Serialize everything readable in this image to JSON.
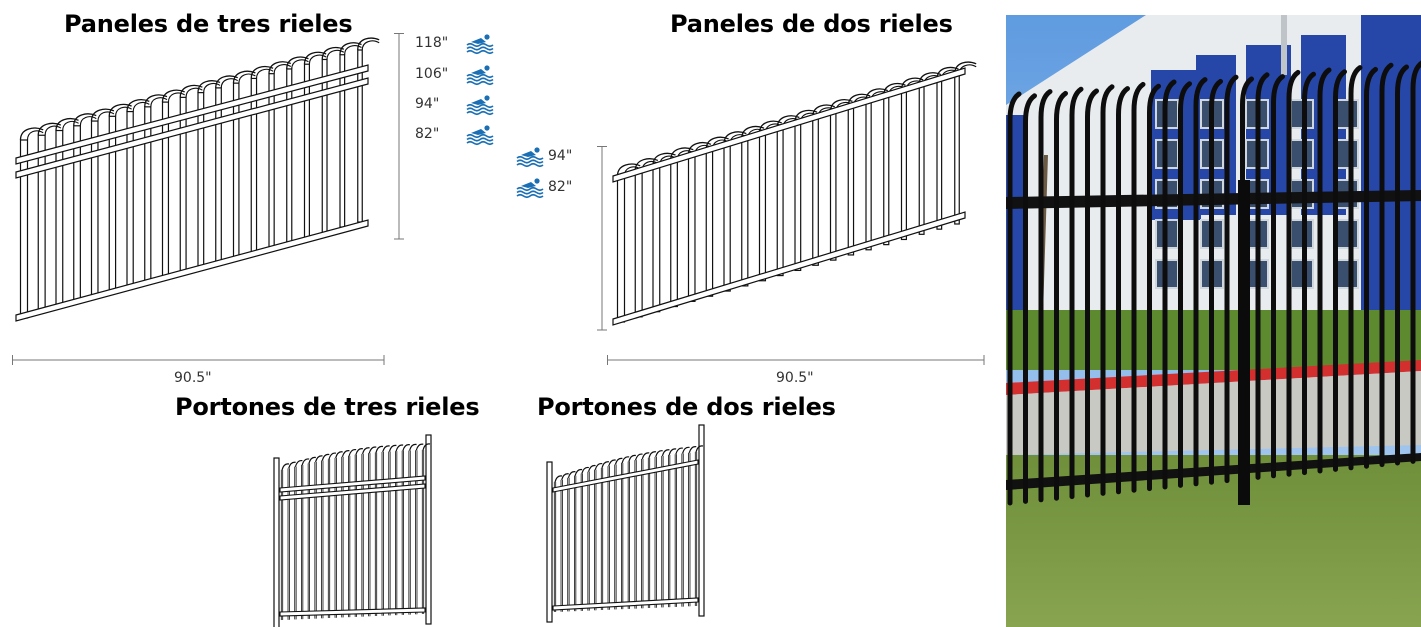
{
  "sections": {
    "three_rail_panels": {
      "title": "Paneles de tres rieles",
      "heights": [
        "118\"",
        "106\"",
        "94\"",
        "82\""
      ],
      "width": "90.5\""
    },
    "two_rail_panels": {
      "title": "Paneles de dos rieles",
      "heights": [
        "94\"",
        "82\""
      ],
      "width": "90.5\""
    },
    "three_rail_gates": {
      "title": "Portones de tres rieles"
    },
    "two_rail_gates": {
      "title": "Portones de dos rieles"
    }
  },
  "icons": {
    "height_indicator": "swimmer-waves-icon",
    "icon_color": "#1a6fb5"
  },
  "photo": {
    "description_icon": "fence-photo"
  }
}
